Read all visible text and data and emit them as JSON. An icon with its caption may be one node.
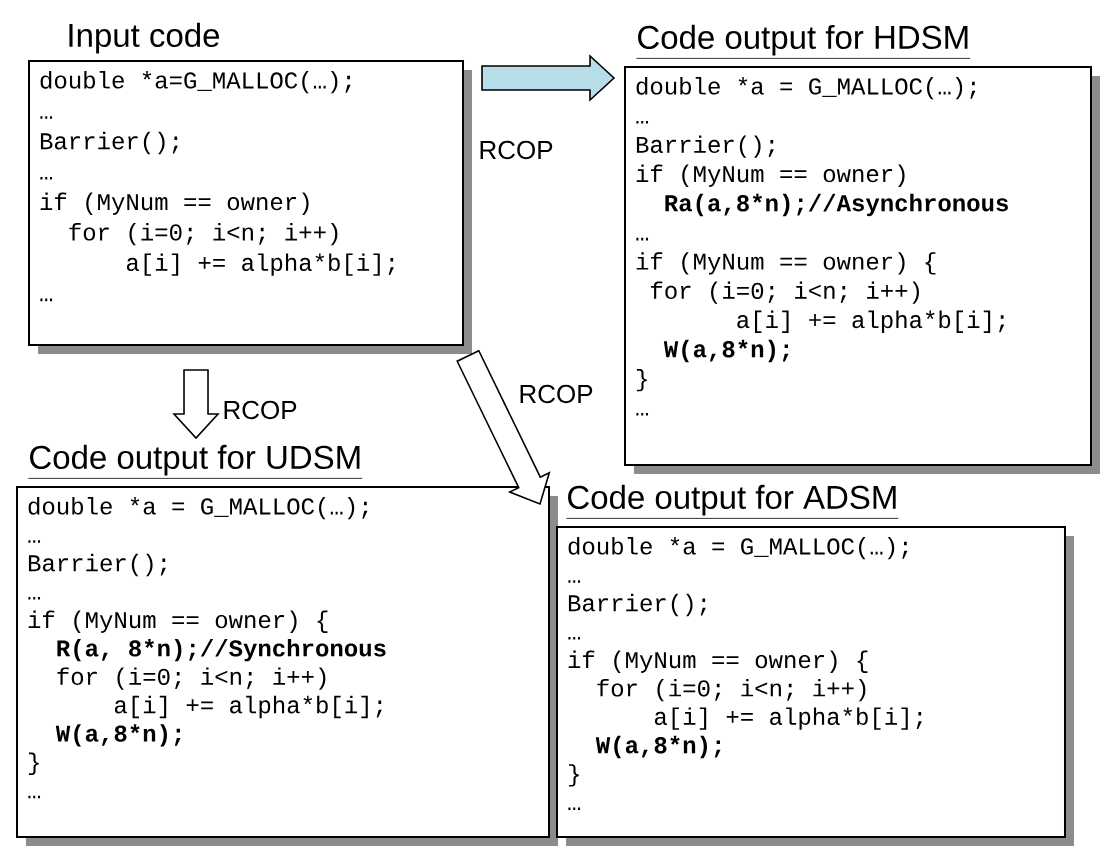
{
  "diagram": {
    "nodes": [
      {
        "text": [
          "Input code",
          "double *a=G_MALLOC(…);",
          "…",
          "Barrier();",
          "…",
          "if (MyNum == owner)",
          "  for (i=0; i<n; i++)",
          "      a[i] += alpha*b[i];",
          "…"
        ]
      },
      {
        "text": [
          "Code output for HDSM",
          "double *a = G_MALLOC(…);",
          "…",
          "Barrier();",
          "if (MyNum == owner)",
          "  **Ra(a,8*n);//Asynchronous**",
          "…",
          "if (MyNum == owner) {",
          " for (i=0; i<n; i++)",
          "       a[i] += alpha*b[i];",
          "  **W(a,8*n);**",
          "}",
          "…"
        ]
      },
      {
        "text": [
          "Code output for UDSM",
          "double *a = G_MALLOC(…);",
          "…",
          "Barrier();",
          "…",
          "if (MyNum == owner) {",
          "  **R(a, 8*n);//Synchronous**",
          "  for (i=0; i<n; i++)",
          "      a[i] += alpha*b[i];",
          "  **W(a,8*n);**",
          "}",
          "…"
        ]
      },
      {
        "text": [
          "Code output for ADSM",
          "double *a = G_MALLOC(…);",
          "…",
          "Barrier();",
          "…",
          "if (MyNum == owner) {",
          "  for (i=0; i<n; i++)",
          "      a[i] += alpha*b[i];",
          "  **W(a,8*n);**",
          "}",
          "…"
        ]
      }
    ],
    "edges": [
      {
        "from": 0,
        "to": 1,
        "arrow": "to",
        "label": "RCOP",
        "color": "#b7dde8"
      },
      {
        "from": 0,
        "to": 2,
        "arrow": "to",
        "label": "RCOP"
      },
      {
        "from": 0,
        "to": 3,
        "arrow": "to",
        "label": "RCOP"
      }
    ]
  }
}
